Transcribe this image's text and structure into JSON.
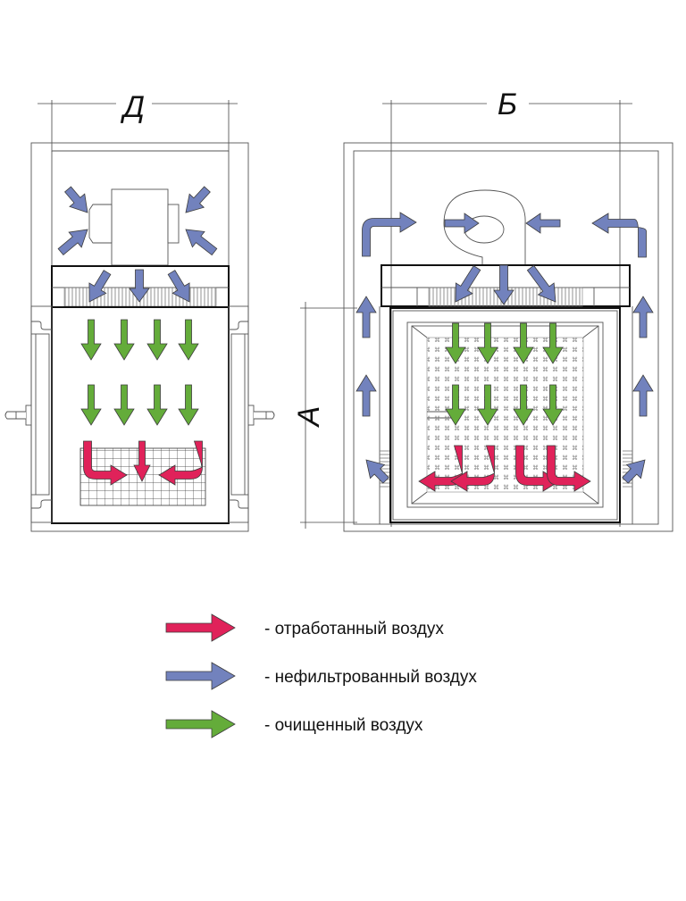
{
  "colors": {
    "exhaust": "#e0225a",
    "unfiltered": "#7282bd",
    "clean": "#64ac3a",
    "outline": "#555555"
  },
  "views": {
    "left": {
      "dimension_label": "Д",
      "name": "side-view"
    },
    "right": {
      "dimension_label": "Б",
      "height_label": "А",
      "name": "front-view"
    }
  },
  "legend": [
    {
      "type": "exhaust",
      "label": "- отработанный воздух"
    },
    {
      "type": "unfiltered",
      "label": "- нефильтрованный воздух"
    },
    {
      "type": "clean",
      "label": "- очищенный воздух"
    }
  ],
  "flows": {
    "left_intake_arrows": 4,
    "left_plenum_arrows": 3,
    "left_clean_rows": 2,
    "left_clean_cols": 4,
    "left_exhaust_arrows": 3,
    "right_clean_rows": 2,
    "right_clean_cols": 4,
    "right_exhaust_arrows": 4,
    "right_return_arrows_per_side": 3
  }
}
